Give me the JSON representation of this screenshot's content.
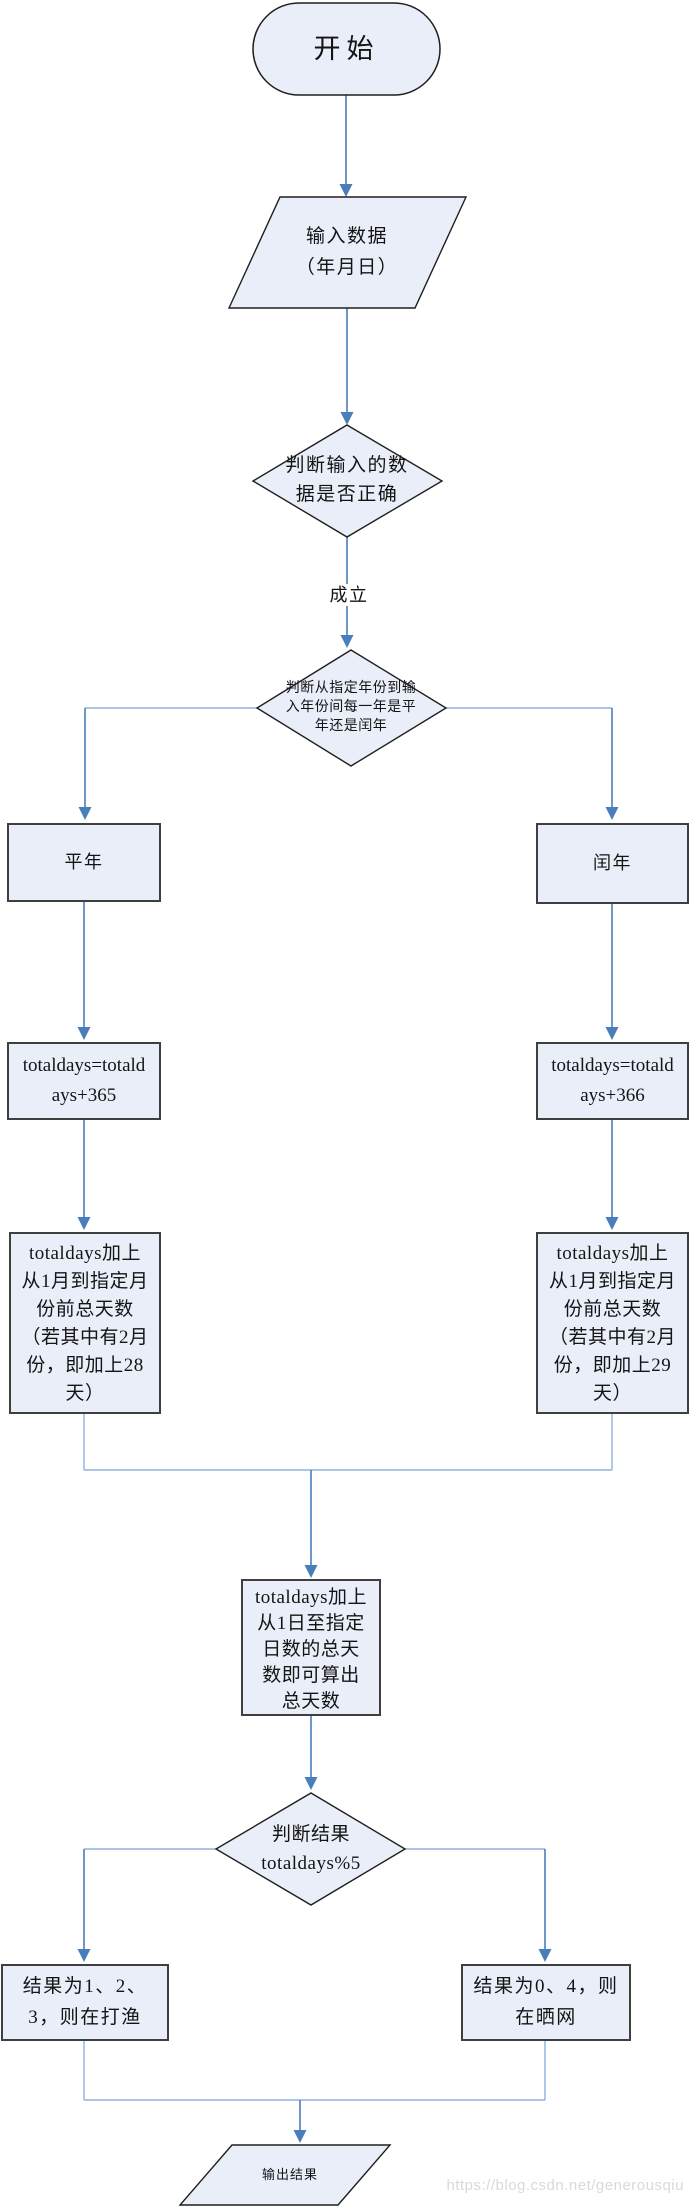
{
  "colors": {
    "node_fill": "#e9eef8",
    "box_border": "#3f3f3f",
    "outline_border": "#1f1f1f",
    "arrow_blue": "#4a7ebb",
    "rail_blue": "#8fb1dd",
    "watermark_gray": "#d9d9d9"
  },
  "watermark": "https://blog.csdn.net/generousqiu",
  "nodes": {
    "start": [
      "开始"
    ],
    "input": [
      "输入数据",
      "（年月日）"
    ],
    "check_input": [
      "判断输入的数",
      "据是否正确"
    ],
    "branch_label": [
      "成立"
    ],
    "year_type": [
      "判断从指定年份到输",
      "入年份间每一年是平",
      "年还是闰年"
    ],
    "common_year": [
      "平年"
    ],
    "leap_year": [
      "闰年"
    ],
    "add_365": [
      "totaldays=totald",
      "ays+365"
    ],
    "add_366": [
      "totaldays=totald",
      "ays+366"
    ],
    "month_days_28": [
      "totaldays加上",
      "从1月到指定月",
      "份前总天数",
      "（若其中有2月",
      "份，即加上28",
      "天）"
    ],
    "month_days_29": [
      "totaldays加上",
      "从1月到指定月",
      "份前总天数",
      "（若其中有2月",
      "份，即加上29",
      "天）"
    ],
    "day_sum": [
      "totaldays加上",
      "从1日至指定",
      "日数的总天",
      "数即可算出",
      "总天数"
    ],
    "result_mod": [
      "判断结果",
      "totaldays%5"
    ],
    "fishing": [
      "结果为1、2、",
      "3，则在打渔"
    ],
    "net_drying": [
      "结果为0、4，则",
      "在晒网"
    ],
    "output": [
      "输出结果"
    ]
  }
}
